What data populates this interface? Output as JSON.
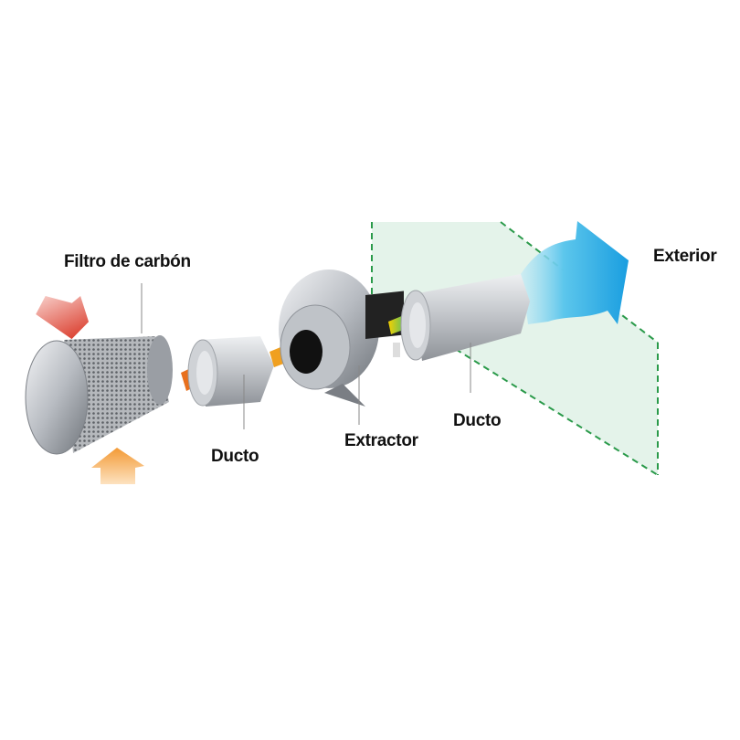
{
  "labels": {
    "carbon_filter": "Filtro de carbón",
    "duct_1": "Ducto",
    "extractor": "Extractor",
    "duct_2": "Ducto",
    "exterior": "Exterior"
  },
  "colors": {
    "wall_fill": "#dff1e6",
    "wall_dash": "#2a9a4a",
    "exhaust": "#2fb0e6",
    "hot_air": "#e04030",
    "intake_air": "#f5a040"
  }
}
